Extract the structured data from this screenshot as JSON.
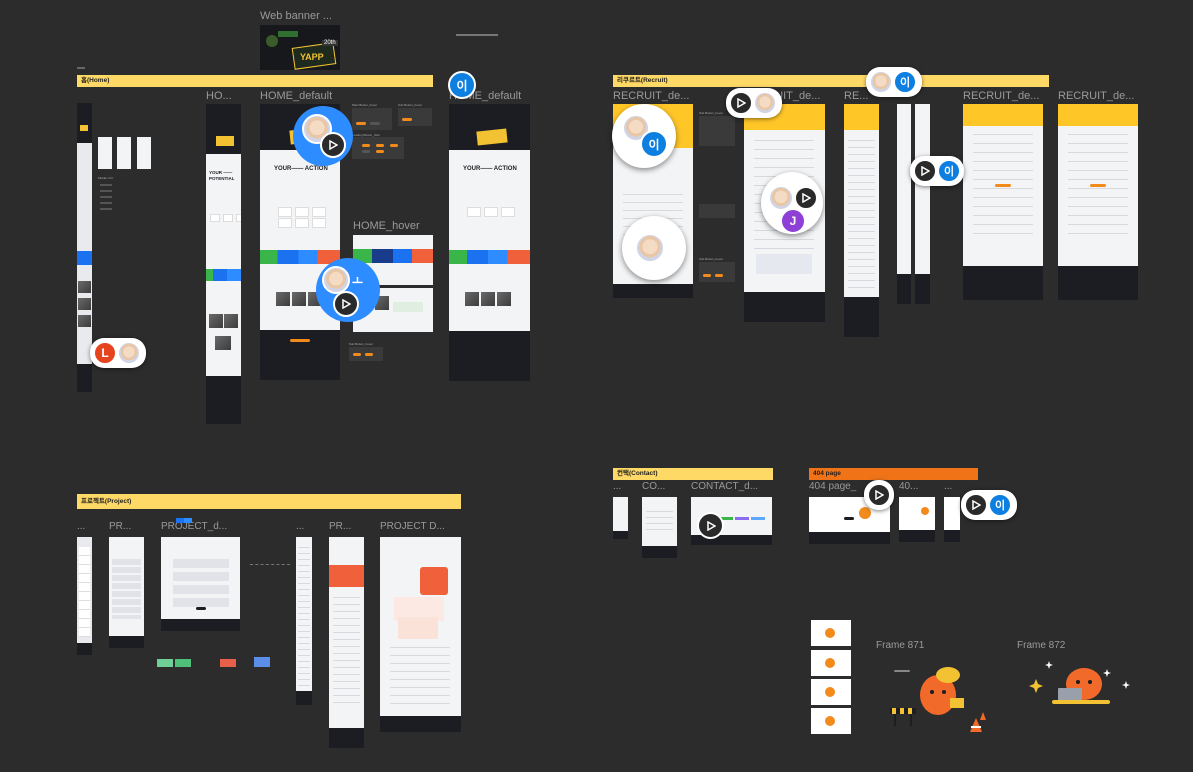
{
  "sections": {
    "home": "홈(Home)",
    "recruit": "리쿠르트(Recruit)",
    "project": "프로젝트(Project)",
    "contact": "컨택(Contact)",
    "page404": "404 page"
  },
  "frame_labels": {
    "web_banner": "Web banner ...",
    "home_trunc": "HO...",
    "home_default": "HOME_default",
    "home_default_2": "HOME_default",
    "home_hover": "HOME_hover",
    "recruit_1": "RECRUIT_de...",
    "recruit_2": "RECRUIT_de...",
    "recruit_3": "RE...",
    "recruit_4": "RECRUIT_de...",
    "recruit_5": "RECRUIT_de...",
    "project_dots": "...",
    "project_pr": "PR...",
    "project_d1": "PROJECT_d...",
    "project_dots2": "...",
    "project_pr2": "PR...",
    "project_d2": "PROJECT D...",
    "contact_dots": "...",
    "contact_co": "CO...",
    "contact_d": "CONTACT_d...",
    "p404_a": "404 page_",
    "p404_b": "40...",
    "p404_c": "...",
    "frame871": "Frame 871",
    "frame872": "Frame 872"
  },
  "banner": {
    "brand": "YAPP",
    "badge": "20th"
  },
  "home_text": {
    "your_action": "YOUR—— ACTION",
    "your_potential": "YOUR ——POTENTIAL"
  },
  "mini_labels": {
    "main_button_hover": "Main Button_hover",
    "sub_button_hover": "Sub Button_hover",
    "loading_button": "Loading Button_click",
    "sub_button_hover_2": "Sub Button_hover",
    "sub_button_hover_3": "Sub Button_hover",
    "sub_button_hover_4": "Sub Button_hover",
    "side_label": "Mobile UI F"
  },
  "collaborators": [
    {
      "id": "a1",
      "initial": "이",
      "color": "#0d7fe0"
    },
    {
      "id": "a2",
      "initial": "L",
      "color": "#e5441f"
    },
    {
      "id": "a3",
      "initial": "J",
      "color": "#8e3fd6"
    }
  ],
  "colors": {
    "canvas": "#2c2c2c",
    "section": "#ffd966",
    "section_404": "#f07417",
    "accent_yellow": "#ffc628",
    "accent_orange": "#f28b1c",
    "dark": "#1b1d22"
  }
}
